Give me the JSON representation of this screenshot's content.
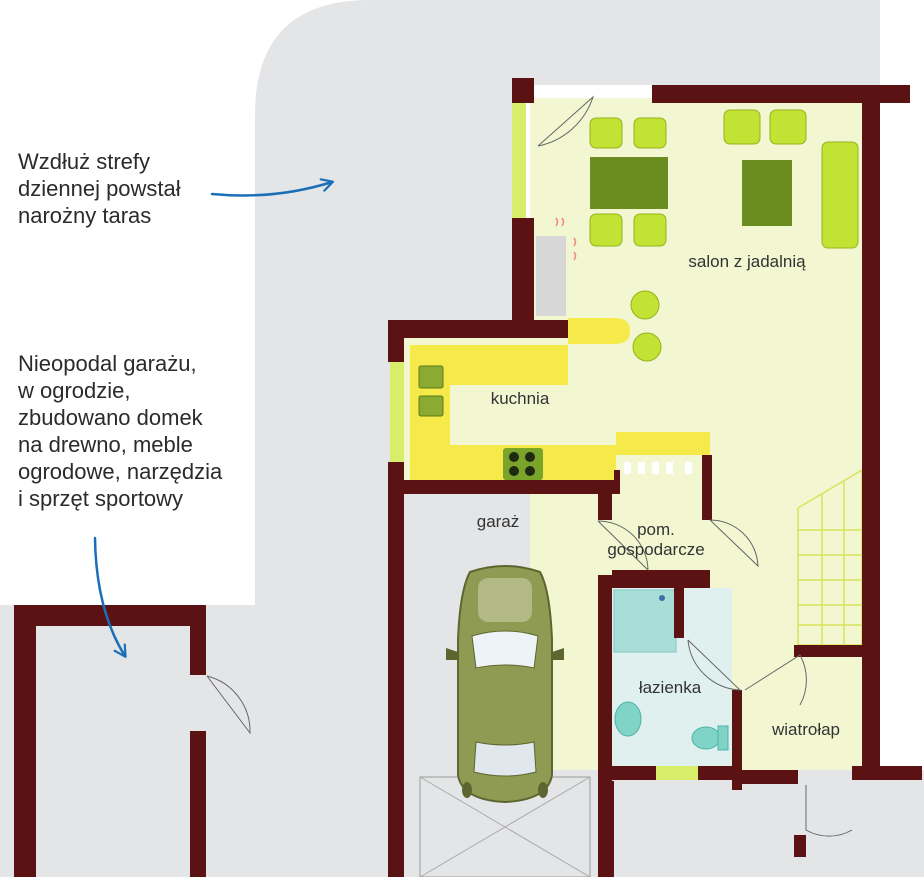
{
  "notes": {
    "terrace": "Wzdłuż strefy\ndziennej powstał\nnarożny taras",
    "garden_shed": "Nieopodal garażu,\nw ogrodzie,\nzbudowano domek\nna drewno, meble\nogrodowe, narzędzia\ni sprzęt sportowy"
  },
  "rooms": {
    "living_dining": "salon z jadalnią",
    "kitchen": "kuchnia",
    "garage": "garaż",
    "utility": "pom.\ngospodarcze",
    "bathroom": "łazienka",
    "vestibule": "wiatrołap"
  },
  "colors": {
    "wall": "#5a1212",
    "paving": "#e4e5e7",
    "living_floor": "#f2f7d2",
    "kitchen_counter": "#f5ea4a",
    "bathroom_floor": "#dff0ee",
    "furniture_green": "#c2e234",
    "table_green": "#6b8c1e",
    "arrow_blue": "#1a6fb8",
    "car_body": "#8f9a52"
  }
}
